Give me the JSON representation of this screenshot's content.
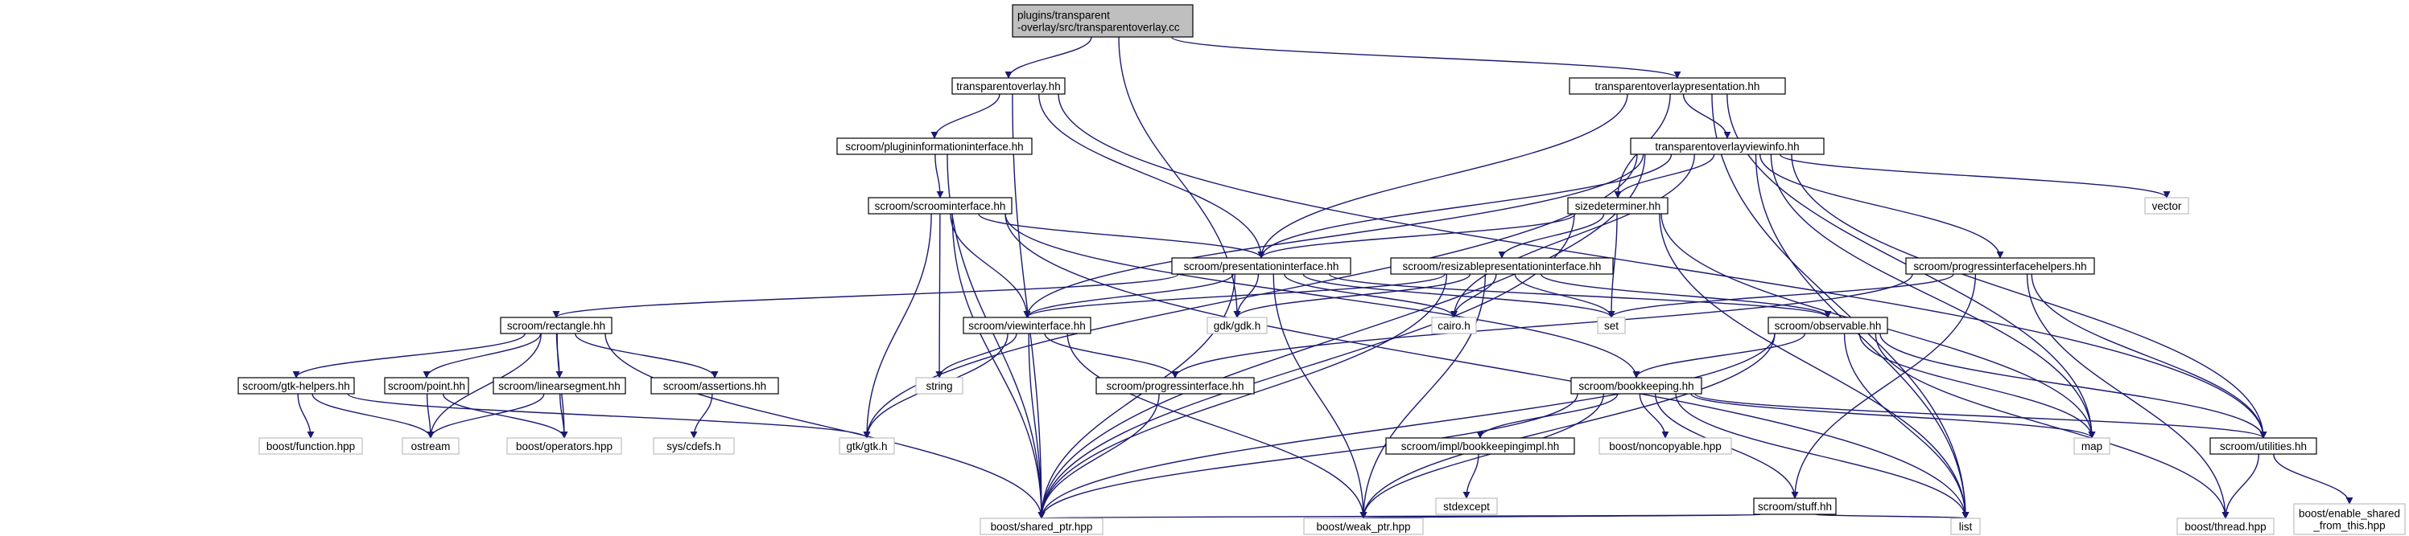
{
  "colors": {
    "edge": "#191970",
    "root_fill": "#bfbfbf",
    "internal_fill": "#ffffff",
    "internal_stroke": "#000000",
    "external_fill": "#ffffff",
    "external_stroke": "#bfbfbf",
    "text": "#000000"
  },
  "diagram": {
    "type": "include-dependency-graph",
    "nodes": [
      {
        "id": "root",
        "kind": "root",
        "lines": [
          "plugins/transparent",
          "-overlay/src/transparentoverlay.cc"
        ]
      },
      {
        "id": "to_hh",
        "kind": "internal",
        "lines": [
          "transparentoverlay.hh"
        ]
      },
      {
        "id": "top_hh",
        "kind": "internal",
        "lines": [
          "transparentoverlaypresentation.hh"
        ]
      },
      {
        "id": "pii_hh",
        "kind": "internal",
        "lines": [
          "scroom/plugininformationinterface.hh"
        ]
      },
      {
        "id": "tovi_hh",
        "kind": "internal",
        "lines": [
          "transparentoverlayviewinfo.hh"
        ]
      },
      {
        "id": "si_hh",
        "kind": "internal",
        "lines": [
          "scroom/scroominterface.hh"
        ]
      },
      {
        "id": "sd_hh",
        "kind": "internal",
        "lines": [
          "sizedeterminer.hh"
        ]
      },
      {
        "id": "vector",
        "kind": "external",
        "lines": [
          "vector"
        ]
      },
      {
        "id": "pi_hh",
        "kind": "internal",
        "lines": [
          "scroom/presentationinterface.hh"
        ]
      },
      {
        "id": "rpi_hh",
        "kind": "internal",
        "lines": [
          "scroom/resizablepresentationinterface.hh"
        ]
      },
      {
        "id": "pih_hh",
        "kind": "internal",
        "lines": [
          "scroom/progressinterfacehelpers.hh"
        ]
      },
      {
        "id": "rect_hh",
        "kind": "internal",
        "lines": [
          "scroom/rectangle.hh"
        ]
      },
      {
        "id": "gdk_h",
        "kind": "external",
        "lines": [
          "gdk/gdk.h"
        ]
      },
      {
        "id": "cairo_h",
        "kind": "external",
        "lines": [
          "cairo.h"
        ]
      },
      {
        "id": "set",
        "kind": "external",
        "lines": [
          "set"
        ]
      },
      {
        "id": "vi_hh",
        "kind": "internal",
        "lines": [
          "scroom/viewinterface.hh"
        ]
      },
      {
        "id": "obs_hh",
        "kind": "internal",
        "lines": [
          "scroom/observable.hh"
        ]
      },
      {
        "id": "gtkh_hh",
        "kind": "internal",
        "lines": [
          "scroom/gtk-helpers.hh"
        ]
      },
      {
        "id": "point_hh",
        "kind": "internal",
        "lines": [
          "scroom/point.hh"
        ]
      },
      {
        "id": "ls_hh",
        "kind": "internal",
        "lines": [
          "scroom/linearsegment.hh"
        ]
      },
      {
        "id": "assert_hh",
        "kind": "internal",
        "lines": [
          "scroom/assertions.hh"
        ]
      },
      {
        "id": "string",
        "kind": "external",
        "lines": [
          "string"
        ]
      },
      {
        "id": "prog_hh",
        "kind": "internal",
        "lines": [
          "scroom/progressinterface.hh"
        ]
      },
      {
        "id": "bk_hh",
        "kind": "internal",
        "lines": [
          "scroom/bookkeeping.hh"
        ]
      },
      {
        "id": "bfunc",
        "kind": "external",
        "lines": [
          "boost/function.hpp"
        ]
      },
      {
        "id": "ostream",
        "kind": "external",
        "lines": [
          "ostream"
        ]
      },
      {
        "id": "bops",
        "kind": "external",
        "lines": [
          "boost/operators.hpp"
        ]
      },
      {
        "id": "cdefs",
        "kind": "external",
        "lines": [
          "sys/cdefs.h"
        ]
      },
      {
        "id": "gtk_h",
        "kind": "external",
        "lines": [
          "gtk/gtk.h"
        ]
      },
      {
        "id": "bkimpl_hh",
        "kind": "internal",
        "lines": [
          "scroom/impl/bookkeepingimpl.hh"
        ]
      },
      {
        "id": "bnoncopy",
        "kind": "external",
        "lines": [
          "boost/noncopyable.hpp"
        ]
      },
      {
        "id": "map",
        "kind": "external",
        "lines": [
          "map"
        ]
      },
      {
        "id": "util_hh",
        "kind": "internal",
        "lines": [
          "scroom/utilities.hh"
        ]
      },
      {
        "id": "stuff_hh",
        "kind": "internal",
        "lines": [
          "scroom/stuff.hh"
        ]
      },
      {
        "id": "stdexcept",
        "kind": "external",
        "lines": [
          "stdexcept"
        ]
      },
      {
        "id": "bshared",
        "kind": "external",
        "lines": [
          "boost/shared_ptr.hpp"
        ]
      },
      {
        "id": "bweak",
        "kind": "external",
        "lines": [
          "boost/weak_ptr.hpp"
        ]
      },
      {
        "id": "list",
        "kind": "external",
        "lines": [
          "list"
        ]
      },
      {
        "id": "bthread",
        "kind": "external",
        "lines": [
          "boost/thread.hpp"
        ]
      },
      {
        "id": "benable",
        "kind": "external",
        "lines": [
          "boost/enable_shared",
          "_from_this.hpp"
        ]
      }
    ],
    "edges": [
      [
        "root",
        "to_hh"
      ],
      [
        "root",
        "top_hh"
      ],
      [
        "root",
        "gdk_h"
      ],
      [
        "to_hh",
        "pii_hh"
      ],
      [
        "to_hh",
        "pi_hh"
      ],
      [
        "to_hh",
        "bshared"
      ],
      [
        "to_hh",
        "util_hh"
      ],
      [
        "top_hh",
        "tovi_hh"
      ],
      [
        "top_hh",
        "sd_hh"
      ],
      [
        "top_hh",
        "pi_hh"
      ],
      [
        "top_hh",
        "map"
      ],
      [
        "top_hh",
        "list"
      ],
      [
        "pii_hh",
        "si_hh"
      ],
      [
        "pii_hh",
        "bshared"
      ],
      [
        "tovi_hh",
        "sd_hh"
      ],
      [
        "tovi_hh",
        "vector"
      ],
      [
        "tovi_hh",
        "pi_hh"
      ],
      [
        "tovi_hh",
        "pih_hh"
      ],
      [
        "tovi_hh",
        "vi_hh"
      ],
      [
        "tovi_hh",
        "gtk_h"
      ],
      [
        "tovi_hh",
        "cairo_h"
      ],
      [
        "tovi_hh",
        "map"
      ],
      [
        "tovi_hh",
        "list"
      ],
      [
        "tovi_hh",
        "util_hh"
      ],
      [
        "tovi_hh",
        "bshared"
      ],
      [
        "si_hh",
        "pi_hh"
      ],
      [
        "si_hh",
        "vi_hh"
      ],
      [
        "si_hh",
        "string"
      ],
      [
        "si_hh",
        "gtk_h"
      ],
      [
        "si_hh",
        "bk_hh"
      ],
      [
        "si_hh",
        "bshared"
      ],
      [
        "si_hh",
        "list"
      ],
      [
        "sd_hh",
        "pi_hh"
      ],
      [
        "sd_hh",
        "rpi_hh"
      ],
      [
        "sd_hh",
        "set"
      ],
      [
        "sd_hh",
        "map"
      ],
      [
        "sd_hh",
        "list"
      ],
      [
        "sd_hh",
        "bshared"
      ],
      [
        "pi_hh",
        "rect_hh"
      ],
      [
        "pi_hh",
        "vi_hh"
      ],
      [
        "pi_hh",
        "gdk_h"
      ],
      [
        "pi_hh",
        "cairo_h"
      ],
      [
        "pi_hh",
        "set"
      ],
      [
        "pi_hh",
        "obs_hh"
      ],
      [
        "pi_hh",
        "bweak"
      ],
      [
        "pi_hh",
        "bshared"
      ],
      [
        "rpi_hh",
        "vi_hh"
      ],
      [
        "rpi_hh",
        "gdk_h"
      ],
      [
        "rpi_hh",
        "cairo_h"
      ],
      [
        "rpi_hh",
        "set"
      ],
      [
        "rpi_hh",
        "obs_hh"
      ],
      [
        "rpi_hh",
        "bweak"
      ],
      [
        "rpi_hh",
        "bshared"
      ],
      [
        "pih_hh",
        "set"
      ],
      [
        "pih_hh",
        "prog_hh"
      ],
      [
        "pih_hh",
        "stuff_hh"
      ],
      [
        "pih_hh",
        "util_hh"
      ],
      [
        "pih_hh",
        "bthread"
      ],
      [
        "rect_hh",
        "gtkh_hh"
      ],
      [
        "rect_hh",
        "point_hh"
      ],
      [
        "rect_hh",
        "ls_hh"
      ],
      [
        "rect_hh",
        "assert_hh"
      ],
      [
        "rect_hh",
        "ostream"
      ],
      [
        "rect_hh",
        "bops"
      ],
      [
        "rect_hh",
        "bshared"
      ],
      [
        "vi_hh",
        "string"
      ],
      [
        "vi_hh",
        "gtk_h"
      ],
      [
        "vi_hh",
        "prog_hh"
      ],
      [
        "vi_hh",
        "bshared"
      ],
      [
        "vi_hh",
        "bweak"
      ],
      [
        "obs_hh",
        "bk_hh"
      ],
      [
        "obs_hh",
        "map"
      ],
      [
        "obs_hh",
        "list"
      ],
      [
        "obs_hh",
        "util_hh"
      ],
      [
        "obs_hh",
        "bthread"
      ],
      [
        "obs_hh",
        "bshared"
      ],
      [
        "obs_hh",
        "bweak"
      ],
      [
        "gtkh_hh",
        "bfunc"
      ],
      [
        "gtkh_hh",
        "ostream"
      ],
      [
        "gtkh_hh",
        "gtk_h"
      ],
      [
        "point_hh",
        "ostream"
      ],
      [
        "point_hh",
        "bops"
      ],
      [
        "ls_hh",
        "ostream"
      ],
      [
        "ls_hh",
        "bops"
      ],
      [
        "assert_hh",
        "cdefs"
      ],
      [
        "prog_hh",
        "bshared"
      ],
      [
        "bk_hh",
        "bkimpl_hh"
      ],
      [
        "bk_hh",
        "bnoncopy"
      ],
      [
        "bk_hh",
        "map"
      ],
      [
        "bk_hh",
        "stuff_hh"
      ],
      [
        "bk_hh",
        "util_hh"
      ],
      [
        "bk_hh",
        "list"
      ],
      [
        "bk_hh",
        "bshared"
      ],
      [
        "bk_hh",
        "bweak"
      ],
      [
        "bkimpl_hh",
        "stdexcept"
      ],
      [
        "stuff_hh",
        "bshared"
      ],
      [
        "stuff_hh",
        "bweak"
      ],
      [
        "stuff_hh",
        "list"
      ],
      [
        "util_hh",
        "bthread"
      ],
      [
        "util_hh",
        "benable"
      ]
    ]
  }
}
